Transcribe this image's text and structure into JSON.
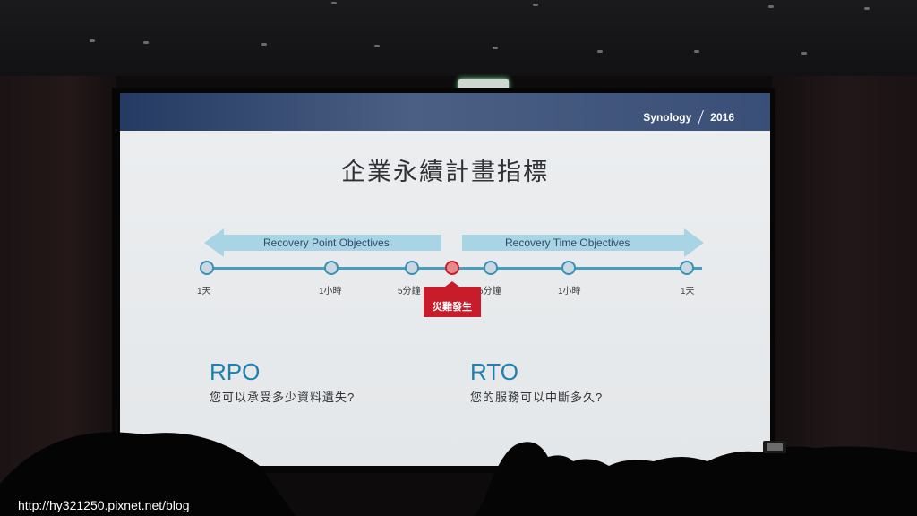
{
  "slide": {
    "brand": "Synology",
    "year": "2016",
    "title": "企業永續計畫指標",
    "rpo_arrow_label": "Recovery Point Objectives",
    "rto_arrow_label": "Recovery Time Objectives",
    "ticks": [
      "1天",
      "1小時",
      "5分鐘",
      "5分鐘",
      "1小時",
      "1天"
    ],
    "disaster_label": "災難發生",
    "rpo_title": "RPO",
    "rpo_question": "您可以承受多少資料遺失?",
    "rto_title": "RTO",
    "rto_question": "您的服務可以中斷多久?",
    "colors": {
      "header": "#2f4570",
      "accent_blue": "#1e7fb0",
      "timeline": "#4a9dbd",
      "disaster_red": "#c91c2a",
      "arrow_fill": "#a9d4e4"
    }
  },
  "watermark": "http://hy321250.pixnet.net/blog"
}
